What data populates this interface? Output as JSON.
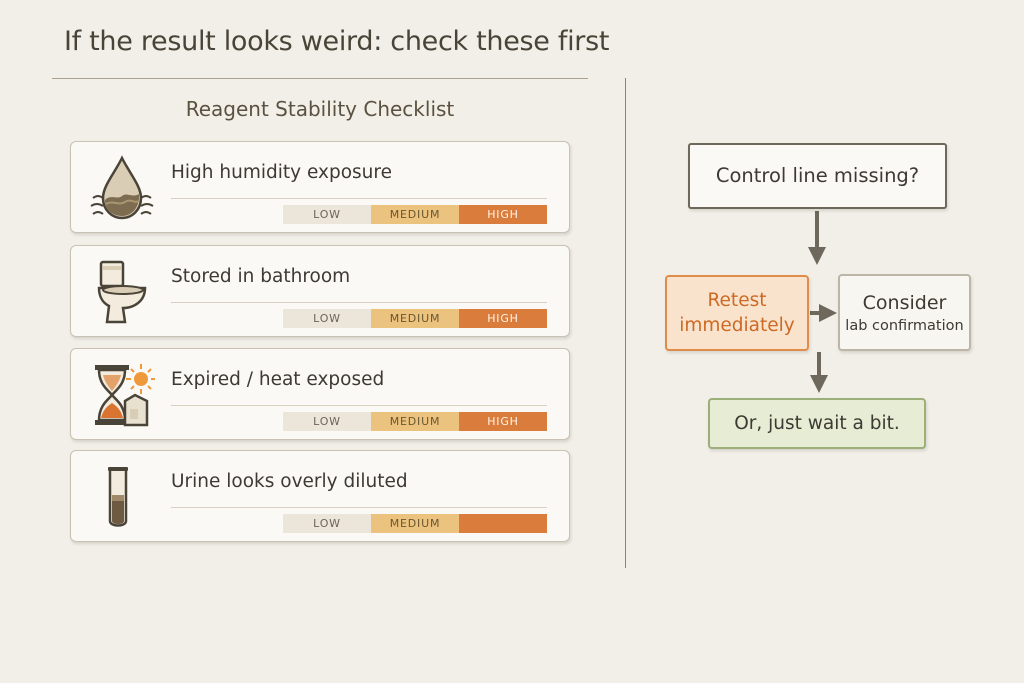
{
  "header": {
    "title": "If the result looks weird: check these first"
  },
  "checklist": {
    "title": "Reagent Stability Checklist",
    "scale_labels": [
      "LOW",
      "MEDIUM",
      "HIGH"
    ],
    "items": [
      {
        "label": "High humidity exposure",
        "icon": "water-drop-icon",
        "level": "HIGH",
        "labels": [
          "LOW",
          "MEDIUM",
          "HIGH"
        ]
      },
      {
        "label": "Stored in bathroom",
        "icon": "toilet-icon",
        "level": "HIGH",
        "labels": [
          "LOW",
          "MEDIUM",
          "HIGH"
        ]
      },
      {
        "label": "Expired / heat exposed",
        "icon": "hourglass-sun-icon",
        "level": "HIGH",
        "labels": [
          "LOW",
          "MEDIUM",
          "HIGH"
        ]
      },
      {
        "label": "Urine looks overly diluted",
        "icon": "test-tube-icon",
        "level": "HIGH",
        "labels": [
          "LOW",
          "MEDIUM",
          ""
        ]
      }
    ],
    "colors": {
      "low": "#ece6da",
      "medium": "#ecc37e",
      "high": "#da7c3c"
    }
  },
  "flowchart": {
    "question": "Control line missing?",
    "retest_line1": "Retest",
    "retest_line2": "immediately",
    "consider_line1": "Consider",
    "consider_line2": "lab confirmation",
    "wait": "Or, just wait a bit.",
    "colors": {
      "retest": "#e08d4b",
      "wait": "#9daf78",
      "arrow": "#6e675b"
    }
  }
}
